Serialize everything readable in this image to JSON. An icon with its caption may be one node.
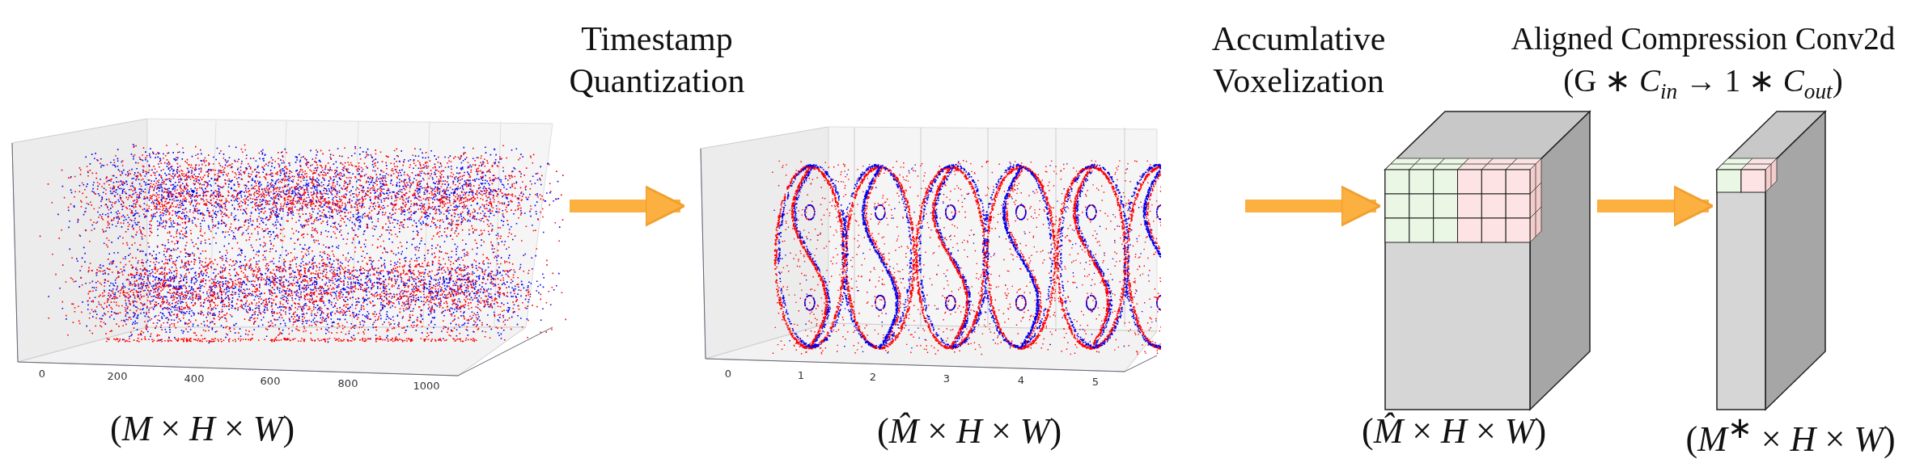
{
  "diagram": {
    "nodes": [
      {
        "text": [],
        "shape": "picture",
        "beside": [
          "(*M* × *H* × *W*)"
        ]
      },
      {
        "text": [],
        "shape": "picture",
        "beside": [
          "(*M̂* × *H* × *W*)"
        ]
      },
      {
        "text": [],
        "shape": "picture",
        "beside": [
          "(*M̂* × *H* × *W*)"
        ]
      },
      {
        "text": [],
        "shape": "picture",
        "beside": [
          "(*M*$^{∗}$ × *H* × *W*)"
        ]
      }
    ],
    "edges": [
      {
        "from": 0,
        "to": 1,
        "arrow": "to",
        "label": "Timestamp Quantization"
      },
      {
        "from": 1,
        "to": 2,
        "arrow": "to",
        "label": "Accumlative Voxelization"
      },
      {
        "from": 2,
        "to": 3,
        "arrow": "to",
        "label": "Aligned Compression Conv2d (G ∗ *C*$_{in}$ → 1 ∗ *C*$_{out}$)"
      }
    ],
    "labels": [
      "0",
      "200",
      "400",
      "600",
      "800",
      "1000",
      "0",
      "1",
      "2",
      "3",
      "4",
      "5"
    ]
  }
}
